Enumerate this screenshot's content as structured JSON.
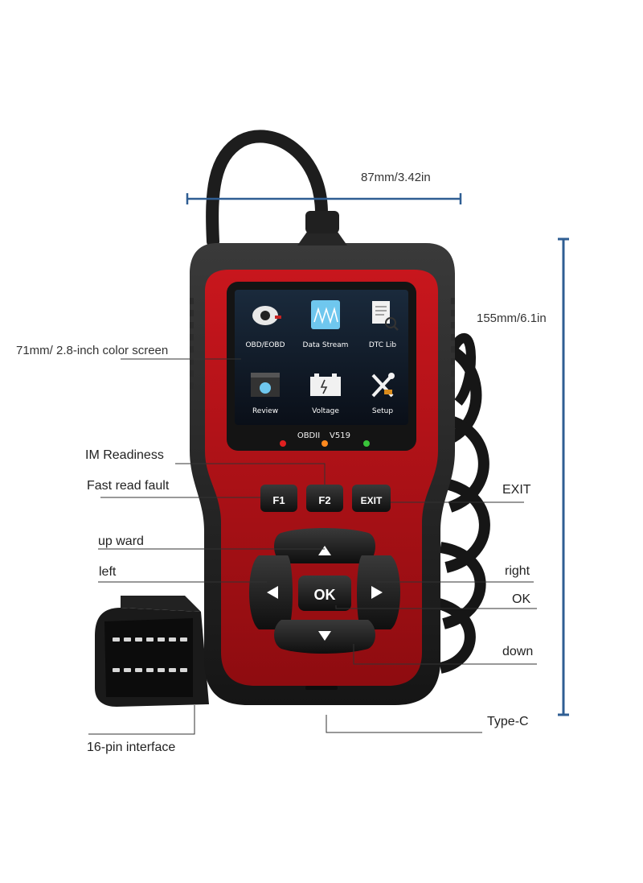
{
  "dimensions": {
    "width_label": "87mm/3.42in",
    "height_label": "155mm/6.1in"
  },
  "device": {
    "model_prefix": "OBDII",
    "model": "V519",
    "screen_menu": [
      {
        "label": "OBD/EOBD",
        "icon": "engine-icon"
      },
      {
        "label": "Data Stream",
        "icon": "data-stream-icon"
      },
      {
        "label": "DTC Lib",
        "icon": "document-magnifier-icon"
      },
      {
        "label": "Review",
        "icon": "film-review-icon"
      },
      {
        "label": "Voltage",
        "icon": "battery-icon"
      },
      {
        "label": "Setup",
        "icon": "tools-icon"
      }
    ],
    "leds": [
      "#e02020",
      "#ff8a1e",
      "#39c43a"
    ],
    "buttons": {
      "f1": "F1",
      "f2": "F2",
      "exit": "EXIT",
      "ok": "OK"
    },
    "colors": {
      "body": "#b8141a",
      "frame": "#1b1b1b",
      "accent": "#2f5e93"
    }
  },
  "callouts": {
    "screen": "71mm/ 2.8-inch color screen",
    "im_readiness": "IM Readiness",
    "fast_read": "Fast read fault",
    "exit": "EXIT",
    "upward": "up ward",
    "left": "left",
    "right": "right",
    "ok": "OK",
    "down": "down",
    "type_c": "Type-C",
    "pin": "16-pin interface"
  }
}
